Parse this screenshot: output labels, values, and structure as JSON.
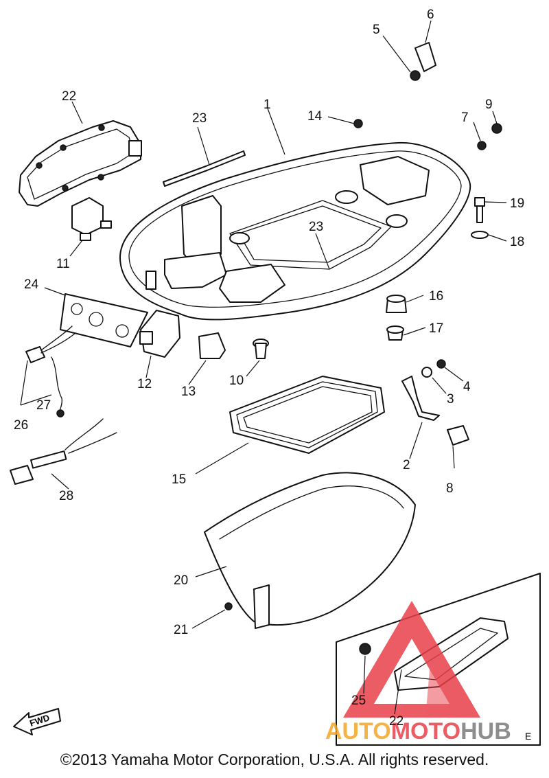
{
  "diagram": {
    "callouts": [
      "1",
      "2",
      "3",
      "4",
      "5",
      "6",
      "7",
      "8",
      "9",
      "10",
      "11",
      "12",
      "13",
      "14",
      "15",
      "16",
      "17",
      "18",
      "19",
      "20",
      "21",
      "22",
      "23",
      "23",
      "24",
      "25",
      "26",
      "27",
      "28"
    ],
    "inset_callouts": [
      "25",
      "22"
    ],
    "fwd_label": "FWD",
    "inset_code": "E"
  },
  "watermark": {
    "part1": "AUTO",
    "part2": "MOTO",
    "part3": "HUB",
    "colors": {
      "orange": "#f5a623",
      "red": "#e8404a",
      "gray": "#7b7b7b"
    }
  },
  "footer": {
    "copyright": "©2013 Yamaha Motor Corporation, U.S.A. All rights reserved."
  }
}
